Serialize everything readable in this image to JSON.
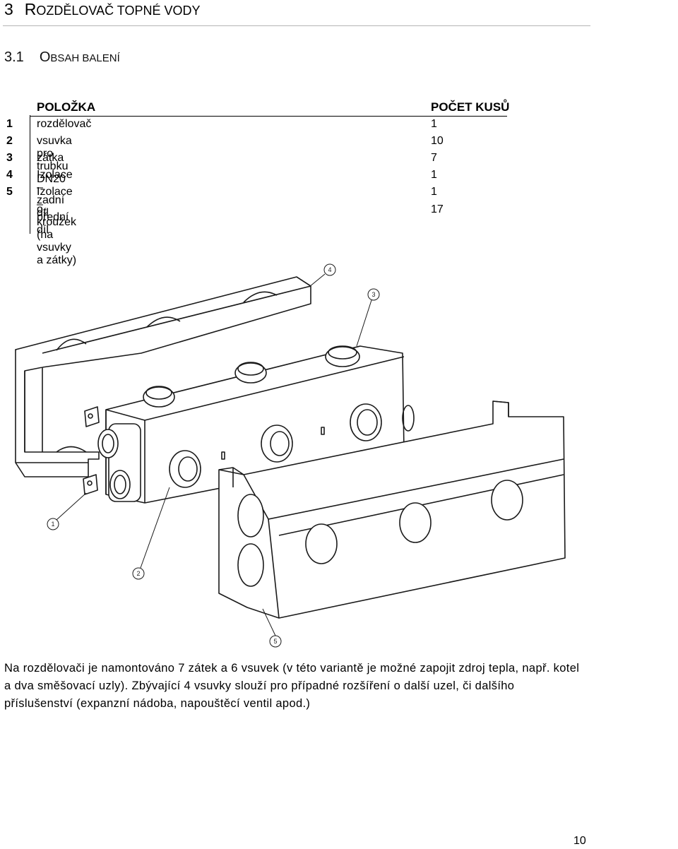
{
  "heading1": {
    "number": "3",
    "first_letter": "R",
    "rest": "OZDĚLOVAČ TOPNÉ VODY"
  },
  "heading2": {
    "number": "3.1",
    "first_letter": "O",
    "rest": "BSAH BALENÍ"
  },
  "table": {
    "col_item": "POLOŽKA",
    "col_count": "POČET KUSŮ",
    "rows": [
      {
        "idx": "1",
        "name": "rozdělovač",
        "count": "1"
      },
      {
        "idx": "2",
        "name": "vsuvka pro trubku DN20",
        "count": "10"
      },
      {
        "idx": "3",
        "name": "zátka",
        "count": "7"
      },
      {
        "idx": "4",
        "name": "Izolace – zadní díl",
        "count": "1"
      },
      {
        "idx": "5",
        "name": "Izolace – přední díl",
        "count": "1"
      },
      {
        "idx": "",
        "name": "o-kroužek (na vsuvky a zátky)",
        "count": "17"
      }
    ]
  },
  "figure": {
    "callouts": [
      "1",
      "2",
      "3",
      "4",
      "5"
    ],
    "stroke_color": "#1a1a1a"
  },
  "paragraph": "Na rozdělovači je namontováno 7 zátek a 6 vsuvek (v této variantě je možné zapojit zdroj tepla, např. kotel a dva směšovací uzly). Zbývající 4 vsuvky slouží pro případné rozšíření o další uzel, či dalšího příslušenství (expanzní nádoba, napouštěcí ventil apod.)",
  "page_number": "10"
}
